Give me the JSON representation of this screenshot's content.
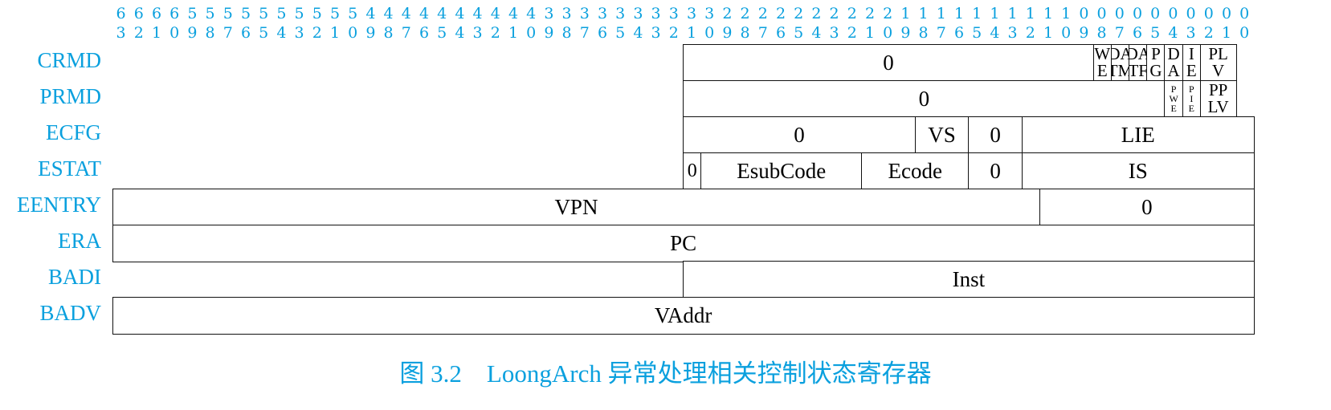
{
  "bit_tens": [
    "6",
    "6",
    "6",
    "6",
    "5",
    "5",
    "5",
    "5",
    "5",
    "5",
    "5",
    "5",
    "5",
    "5",
    "4",
    "4",
    "4",
    "4",
    "4",
    "4",
    "4",
    "4",
    "4",
    "4",
    "3",
    "3",
    "3",
    "3",
    "3",
    "3",
    "3",
    "3",
    "3",
    "3",
    "2",
    "2",
    "2",
    "2",
    "2",
    "2",
    "2",
    "2",
    "2",
    "2",
    "1",
    "1",
    "1",
    "1",
    "1",
    "1",
    "1",
    "1",
    "1",
    "1",
    "0",
    "0",
    "0",
    "0",
    "0",
    "0",
    "0",
    "0",
    "0",
    "0"
  ],
  "bit_ones": [
    "3",
    "2",
    "1",
    "0",
    "9",
    "8",
    "7",
    "6",
    "5",
    "4",
    "3",
    "2",
    "1",
    "0",
    "9",
    "8",
    "7",
    "6",
    "5",
    "4",
    "3",
    "2",
    "1",
    "0",
    "9",
    "8",
    "7",
    "6",
    "5",
    "4",
    "3",
    "2",
    "1",
    "0",
    "9",
    "8",
    "7",
    "6",
    "5",
    "4",
    "3",
    "2",
    "1",
    "0",
    "9",
    "8",
    "7",
    "6",
    "5",
    "4",
    "3",
    "2",
    "1",
    "0",
    "9",
    "8",
    "7",
    "6",
    "5",
    "4",
    "3",
    "2",
    "1",
    "0"
  ],
  "registers": [
    {
      "name": "CRMD",
      "fields": [
        {
          "label": "0",
          "hi": 31,
          "lo": 9
        },
        {
          "label": "WE",
          "hi": 8,
          "lo": 8
        },
        {
          "label": "DATM",
          "hi": 7,
          "lo": 7
        },
        {
          "label": "DATF",
          "hi": 6,
          "lo": 6
        },
        {
          "label": "PG",
          "hi": 5,
          "lo": 5
        },
        {
          "label": "DA",
          "hi": 4,
          "lo": 4
        },
        {
          "label": "IE",
          "hi": 3,
          "lo": 3
        },
        {
          "label": "PLV",
          "hi": 2,
          "lo": 1
        }
      ]
    },
    {
      "name": "PRMD",
      "fields": [
        {
          "label": "0",
          "hi": 31,
          "lo": 5
        },
        {
          "label": "PWE",
          "hi": 4,
          "lo": 4
        },
        {
          "label": "PIE",
          "hi": 3,
          "lo": 3
        },
        {
          "label": "PPLV",
          "hi": 2,
          "lo": 1
        }
      ]
    },
    {
      "name": "ECFG",
      "fields": [
        {
          "label": "0",
          "hi": 31,
          "lo": 19
        },
        {
          "label": "VS",
          "hi": 18,
          "lo": 16
        },
        {
          "label": "0",
          "hi": 15,
          "lo": 13
        },
        {
          "label": "LIE",
          "hi": 12,
          "lo": 0
        }
      ]
    },
    {
      "name": "ESTAT",
      "fields": [
        {
          "label": "0",
          "hi": 31,
          "lo": 31
        },
        {
          "label": "EsubCode",
          "hi": 30,
          "lo": 22
        },
        {
          "label": "Ecode",
          "hi": 21,
          "lo": 16
        },
        {
          "label": "0",
          "hi": 15,
          "lo": 13
        },
        {
          "label": "IS",
          "hi": 12,
          "lo": 0
        }
      ]
    },
    {
      "name": "EENTRY",
      "fields": [
        {
          "label": "VPN",
          "hi": 63,
          "lo": 12
        },
        {
          "label": "0",
          "hi": 11,
          "lo": 0
        }
      ]
    },
    {
      "name": "ERA",
      "fields": [
        {
          "label": "PC",
          "hi": 63,
          "lo": 0
        }
      ]
    },
    {
      "name": "BADI",
      "fields": [
        {
          "label": "Inst",
          "hi": 31,
          "lo": 0
        }
      ]
    },
    {
      "name": "BADV",
      "fields": [
        {
          "label": "VAddr",
          "hi": 63,
          "lo": 0
        }
      ]
    }
  ],
  "caption": "图 3.2　LoongArch 异常处理相关控制状态寄存器",
  "colors": {
    "accent": "#0aa0de",
    "border": "#111111",
    "text": "#000000"
  }
}
